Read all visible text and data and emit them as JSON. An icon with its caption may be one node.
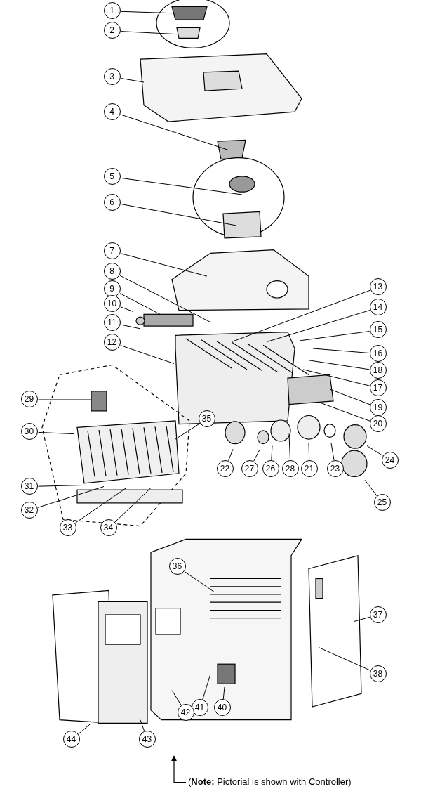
{
  "diagram": {
    "nodes": [
      {
        "text": [
          "1"
        ]
      },
      {
        "text": [
          "2"
        ]
      },
      {
        "text": [
          "3"
        ]
      },
      {
        "text": [
          "4"
        ]
      },
      {
        "text": [
          "5"
        ]
      },
      {
        "text": [
          "6"
        ]
      },
      {
        "text": [
          "7"
        ]
      },
      {
        "text": [
          "8"
        ]
      },
      {
        "text": [
          "9"
        ]
      },
      {
        "text": [
          "10"
        ]
      },
      {
        "text": [
          "11"
        ]
      },
      {
        "text": [
          "12"
        ]
      },
      {
        "text": [
          "13"
        ]
      },
      {
        "text": [
          "14"
        ]
      },
      {
        "text": [
          "15"
        ]
      },
      {
        "text": [
          "16"
        ]
      },
      {
        "text": [
          "17"
        ]
      },
      {
        "text": [
          "18"
        ]
      },
      {
        "text": [
          "19"
        ]
      },
      {
        "text": [
          "20"
        ]
      },
      {
        "text": [
          "21"
        ]
      },
      {
        "text": [
          "22"
        ]
      },
      {
        "text": [
          "23"
        ]
      },
      {
        "text": [
          "24"
        ]
      },
      {
        "text": [
          "25"
        ]
      },
      {
        "text": [
          "26"
        ]
      },
      {
        "text": [
          "27"
        ]
      },
      {
        "text": [
          "28"
        ]
      },
      {
        "text": [
          "29"
        ]
      },
      {
        "text": [
          "30"
        ]
      },
      {
        "text": [
          "31"
        ]
      },
      {
        "text": [
          "32"
        ]
      },
      {
        "text": [
          "33"
        ]
      },
      {
        "text": [
          "34"
        ]
      },
      {
        "text": [
          "35"
        ]
      },
      {
        "text": [
          "36"
        ]
      },
      {
        "text": [
          "37"
        ]
      },
      {
        "text": [
          "38"
        ]
      },
      {
        "text": [
          "40"
        ]
      },
      {
        "text": [
          "41"
        ]
      },
      {
        "text": [
          "42"
        ]
      },
      {
        "text": [
          "43"
        ]
      },
      {
        "text": [
          "44"
        ]
      },
      {
        "text": [
          "(**Note:** Pictorial is shown with Controller)"
        ]
      }
    ],
    "edges": [
      {
        "from": 0,
        "to": null,
        "arrow": "none"
      },
      {
        "from": 1,
        "to": null,
        "arrow": "none"
      },
      {
        "from": 2,
        "to": null,
        "arrow": "none"
      },
      {
        "from": 3,
        "to": null,
        "arrow": "none"
      },
      {
        "from": 4,
        "to": null,
        "arrow": "none"
      },
      {
        "from": 5,
        "to": null,
        "arrow": "none"
      },
      {
        "from": 6,
        "to": null,
        "arrow": "none"
      },
      {
        "from": 7,
        "to": null,
        "arrow": "none"
      },
      {
        "from": 8,
        "to": null,
        "arrow": "none"
      },
      {
        "from": 9,
        "to": null,
        "arrow": "none"
      },
      {
        "from": 10,
        "to": null,
        "arrow": "none"
      },
      {
        "from": 11,
        "to": null,
        "arrow": "none"
      },
      {
        "from": 12,
        "to": null,
        "arrow": "none"
      },
      {
        "from": 13,
        "to": null,
        "arrow": "none"
      },
      {
        "from": 14,
        "to": null,
        "arrow": "none"
      },
      {
        "from": 15,
        "to": null,
        "arrow": "none"
      },
      {
        "from": 16,
        "to": null,
        "arrow": "none"
      },
      {
        "from": 17,
        "to": null,
        "arrow": "none"
      },
      {
        "from": 18,
        "to": null,
        "arrow": "none"
      },
      {
        "from": 19,
        "to": null,
        "arrow": "none"
      },
      {
        "from": 20,
        "to": null,
        "arrow": "none"
      },
      {
        "from": 21,
        "to": null,
        "arrow": "none"
      },
      {
        "from": 22,
        "to": null,
        "arrow": "none"
      },
      {
        "from": 23,
        "to": null,
        "arrow": "none"
      },
      {
        "from": 24,
        "to": null,
        "arrow": "none"
      },
      {
        "from": 25,
        "to": null,
        "arrow": "none"
      },
      {
        "from": 26,
        "to": null,
        "arrow": "none"
      },
      {
        "from": 27,
        "to": null,
        "arrow": "none"
      },
      {
        "from": 28,
        "to": null,
        "arrow": "none"
      },
      {
        "from": 29,
        "to": null,
        "arrow": "none"
      },
      {
        "from": 30,
        "to": null,
        "arrow": "none"
      },
      {
        "from": 31,
        "to": null,
        "arrow": "none"
      },
      {
        "from": 32,
        "to": null,
        "arrow": "none"
      },
      {
        "from": 33,
        "to": null,
        "arrow": "none"
      },
      {
        "from": 34,
        "to": null,
        "arrow": "none"
      },
      {
        "from": 35,
        "to": null,
        "arrow": "none"
      },
      {
        "from": 36,
        "to": null,
        "arrow": "none"
      },
      {
        "from": 37,
        "to": null,
        "arrow": "none"
      },
      {
        "from": 38,
        "to": null,
        "arrow": "none"
      },
      {
        "from": 39,
        "to": null,
        "arrow": "none"
      },
      {
        "from": 40,
        "to": null,
        "arrow": "none"
      },
      {
        "from": 41,
        "to": null,
        "arrow": "none"
      },
      {
        "from": 42,
        "to": null,
        "arrow": "none"
      },
      {
        "from": 43,
        "to": null,
        "arrow": "to"
      }
    ]
  }
}
